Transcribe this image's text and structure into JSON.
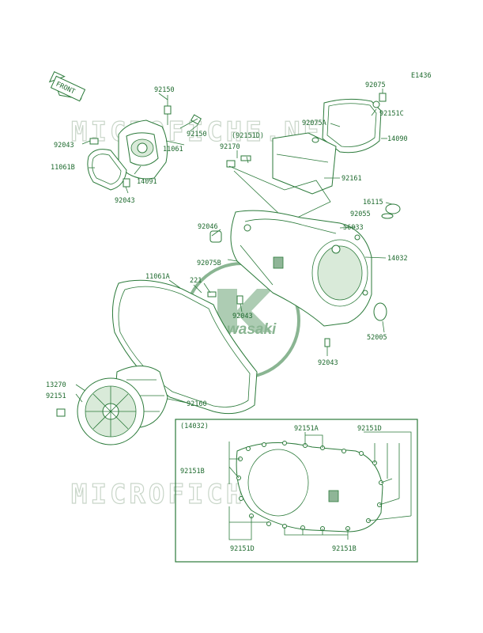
{
  "figure_code": "E1436",
  "front_arrow_label": "FRONT",
  "watermark_text": "MICROFICHE.NET",
  "logo_text": "Kawasaki",
  "accent_color": "#2b7a3a",
  "part_labels": {
    "p92150a": "92150",
    "p92150b": "92150",
    "p92043a": "92043",
    "p11061": "11061",
    "p11061b": "11061B",
    "p14091": "14091",
    "p92043b": "92043",
    "p92151d_top": "(92151D)",
    "p92170": "92170",
    "p92075": "92075",
    "p92151c": "92151C",
    "p92075a": "92075A",
    "p14090": "14090",
    "p92161": "92161",
    "p16115": "16115",
    "p92055": "92055",
    "p92046": "92046",
    "p56033": "56033",
    "p14032": "14032",
    "p92075b": "92075B",
    "p11061a": "11061A",
    "p221": "221",
    "p92043c": "92043",
    "p52005": "52005",
    "p92043d": "92043",
    "p13270": "13270",
    "p92151": "92151",
    "p92160": "92160"
  },
  "inset": {
    "title": "(14032)",
    "labels": {
      "a": "92151A",
      "d_top": "92151D",
      "b_left": "92151B",
      "d_bottom": "92151D",
      "b_bottom": "92151B"
    }
  }
}
